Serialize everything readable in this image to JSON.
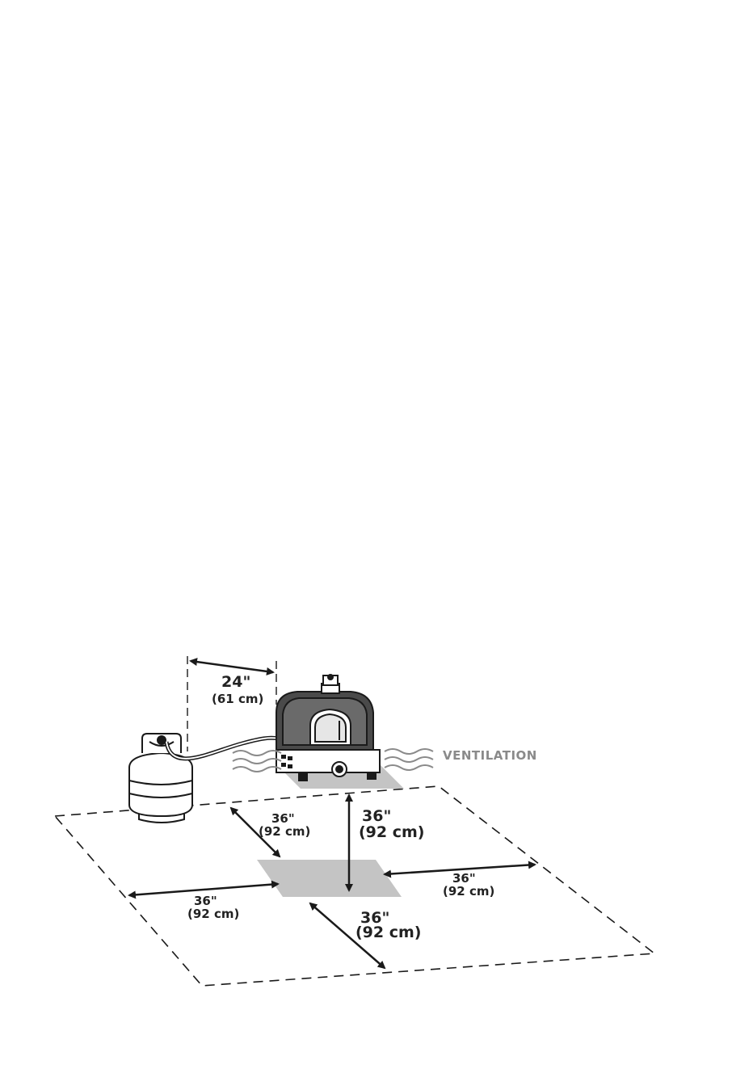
{
  "colors": {
    "ink": "#1a1a1a",
    "shade": "#c4c4c4",
    "ventilation": "#8a8a8a",
    "background": "#ffffff"
  },
  "labels": {
    "tank_gap_inch": "24\"",
    "tank_gap_cm": "(61 cm)",
    "front_gap_inch": "36\"",
    "front_gap_cm": "(92 cm)",
    "back_left_inch": "36\"",
    "back_left_cm": "(92 cm)",
    "left_inch": "36\"",
    "left_cm": "(92 cm)",
    "right_inch": "36\"",
    "right_cm": "(92 cm)",
    "bottom_inch": "36\"",
    "bottom_cm": "(92 cm)",
    "ventilation": "VENTILATION"
  },
  "icons": [
    "propane-tank-icon",
    "pizza-oven-icon",
    "ventilation-waves-icon"
  ]
}
